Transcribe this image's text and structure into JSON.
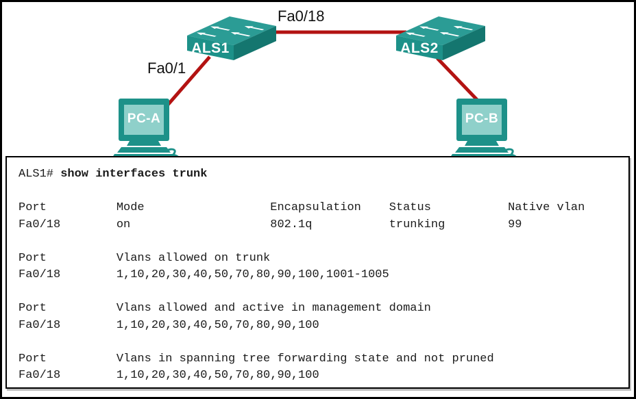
{
  "diagram": {
    "switches": [
      {
        "label": "ALS1"
      },
      {
        "label": "ALS2"
      }
    ],
    "pcs": [
      {
        "label": "PC-A"
      },
      {
        "label": "PC-B"
      }
    ],
    "link_labels": {
      "trunk": "Fa0/18",
      "access": "Fa0/1"
    },
    "colors": {
      "switch_top": "#2B9C95",
      "switch_front": "#1D9189",
      "switch_side": "#14766F",
      "pc_screen": "#8FD0CA",
      "link_red": "#B31312",
      "label_text": "#FFFFFF"
    }
  },
  "terminal": {
    "prompt": "ALS1#",
    "command": "show interfaces trunk",
    "sections": [
      {
        "headers": [
          "Port",
          "Mode",
          "Encapsulation",
          "Status",
          "Native vlan"
        ],
        "rows": [
          [
            "Fa0/18",
            "on",
            "802.1q",
            "trunking",
            "99"
          ]
        ]
      },
      {
        "headers": [
          "Port",
          "Vlans allowed on trunk"
        ],
        "rows": [
          [
            "Fa0/18",
            "1,10,20,30,40,50,70,80,90,100,1001-1005"
          ]
        ]
      },
      {
        "headers": [
          "Port",
          "Vlans allowed and active in management domain"
        ],
        "rows": [
          [
            "Fa0/18",
            "1,10,20,30,40,50,70,80,90,100"
          ]
        ]
      },
      {
        "headers": [
          "Port",
          "Vlans in spanning tree forwarding state and not pruned"
        ],
        "rows": [
          [
            "Fa0/18",
            "1,10,20,30,40,50,70,80,90,100"
          ]
        ]
      }
    ]
  }
}
